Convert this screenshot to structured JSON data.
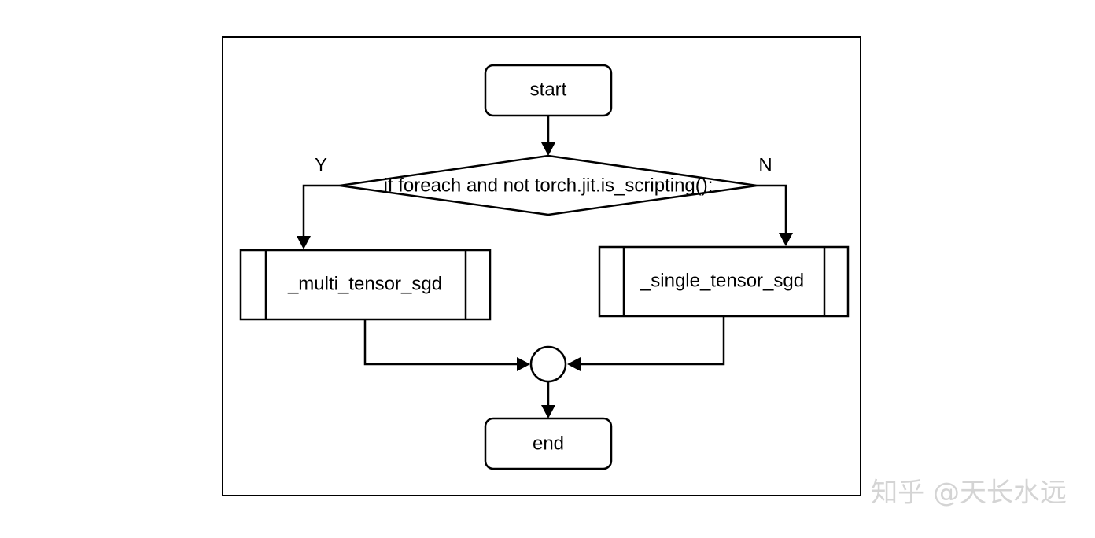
{
  "diagram": {
    "nodes": {
      "start": "start",
      "decision": "if foreach and not torch.jit.is_scripting():",
      "multi": "_multi_tensor_sgd",
      "single": "_single_tensor_sgd",
      "end": "end"
    },
    "branch_labels": {
      "yes": "Y",
      "no": "N"
    }
  },
  "watermark": "知乎 @天长水远"
}
